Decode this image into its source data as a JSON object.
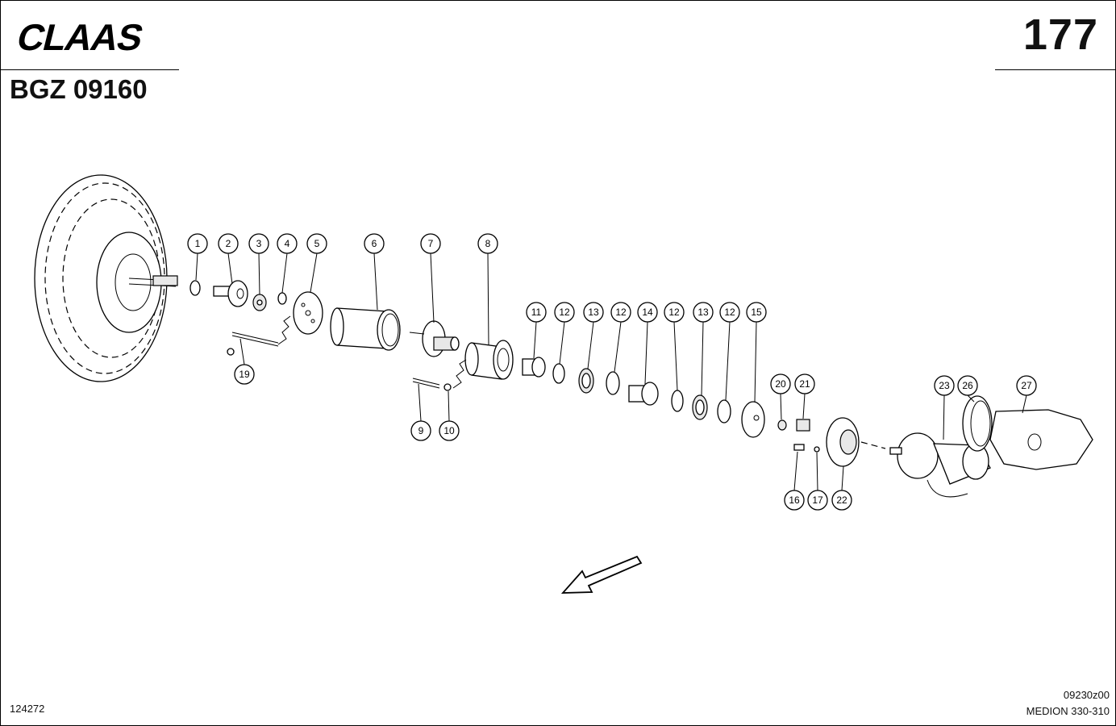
{
  "header": {
    "brand": "CLAAS",
    "page_number": "177",
    "doc_code": "BGZ 09160"
  },
  "footer": {
    "left_code": "124272",
    "right_code": "09230z00",
    "model": "MEDION 330-310"
  },
  "callouts": [
    "1",
    "2",
    "3",
    "4",
    "5",
    "6",
    "7",
    "8",
    "9",
    "10",
    "11",
    "12",
    "12",
    "12",
    "12",
    "13",
    "13",
    "14",
    "15",
    "16",
    "17",
    "19",
    "20",
    "21",
    "22",
    "23",
    "26",
    "27"
  ],
  "colors": {
    "ink": "#000000",
    "paper": "#ffffff",
    "shade": "#e8e8e8"
  },
  "icons": {
    "direction": "arrow-down-left-icon"
  }
}
